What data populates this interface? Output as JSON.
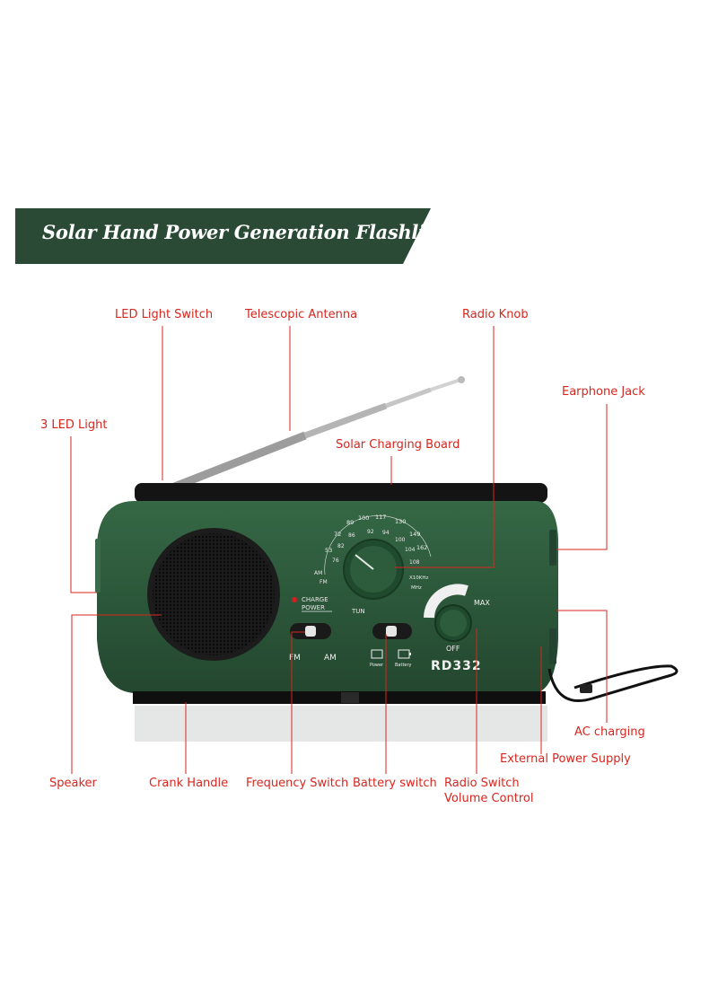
{
  "banner": {
    "title": "Solar Hand Power Generation Flashlight Radio",
    "bg_color": "#2a4a36"
  },
  "label_color": "#d7261e",
  "labels": {
    "led_light_switch": "LED Light Switch",
    "telescopic_antenna": "Telescopic Antenna",
    "radio_knob": "Radio Knob",
    "earphone_jack": "Earphone Jack",
    "led_light": "3 LED Light",
    "solar_charging_board": "Solar Charging Board",
    "ac_charging": "AC charging",
    "external_power_supply": "External Power Supply",
    "speaker": "Speaker",
    "crank_handle": "Crank Handle",
    "frequency_switch": "Frequency Switch",
    "battery_switch": "Battery switch",
    "radio_switch": "Radio Switch",
    "volume_control": "Volume Control"
  },
  "device": {
    "body_color": "#2e5a3c",
    "model": "RD332",
    "charge_label": "CHARGE",
    "power_label": "POWER",
    "tun_label": "TUN",
    "max_label": "MAX",
    "off_label": "OFF",
    "fm_label": "FM",
    "am_label": "AM",
    "power_icon_label": "Power",
    "battery_icon_label": "Battery",
    "dial_fm_label": "FM",
    "dial_am_label": "AM",
    "dial_mhz_label": "MHz",
    "dial_khz_label": "X10KHz",
    "dial_outer_numbers": [
      "53",
      "72",
      "89",
      "100",
      "117",
      "130",
      "149",
      "162"
    ],
    "dial_inner_numbers": [
      "76",
      "82",
      "86",
      "92",
      "94",
      "100",
      "104",
      "108"
    ]
  }
}
